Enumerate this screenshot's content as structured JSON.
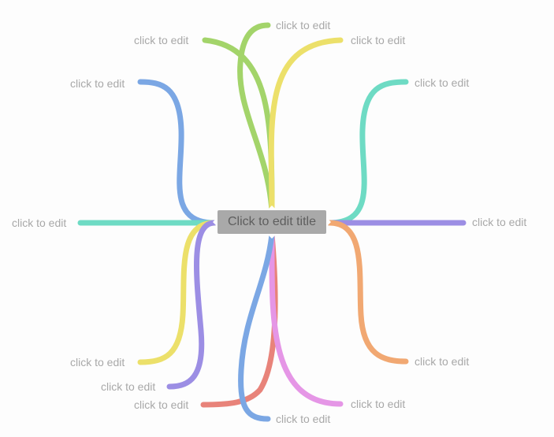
{
  "center": {
    "title": "Click to edit title",
    "color": "#a9a9a9",
    "text_color": "#5e5e5e"
  },
  "nodes": [
    {
      "label": "click to edit",
      "color": "#a3d46a"
    },
    {
      "label": "click to edit",
      "color": "#a3d46a"
    },
    {
      "label": "click to edit",
      "color": "#ece06a"
    },
    {
      "label": "click to edit",
      "color": "#7ba7e4"
    },
    {
      "label": "click to edit",
      "color": "#6edbc4"
    },
    {
      "label": "click to edit",
      "color": "#6edbc4"
    },
    {
      "label": "click to edit",
      "color": "#9c8ee4"
    },
    {
      "label": "click to edit",
      "color": "#ece06a"
    },
    {
      "label": "click to edit",
      "color": "#9c8ee4"
    },
    {
      "label": "click to edit",
      "color": "#f1a872"
    },
    {
      "label": "click to edit",
      "color": "#e8837a"
    },
    {
      "label": "click to edit",
      "color": "#e596e6"
    },
    {
      "label": "click to edit",
      "color": "#7ba7e4"
    }
  ]
}
